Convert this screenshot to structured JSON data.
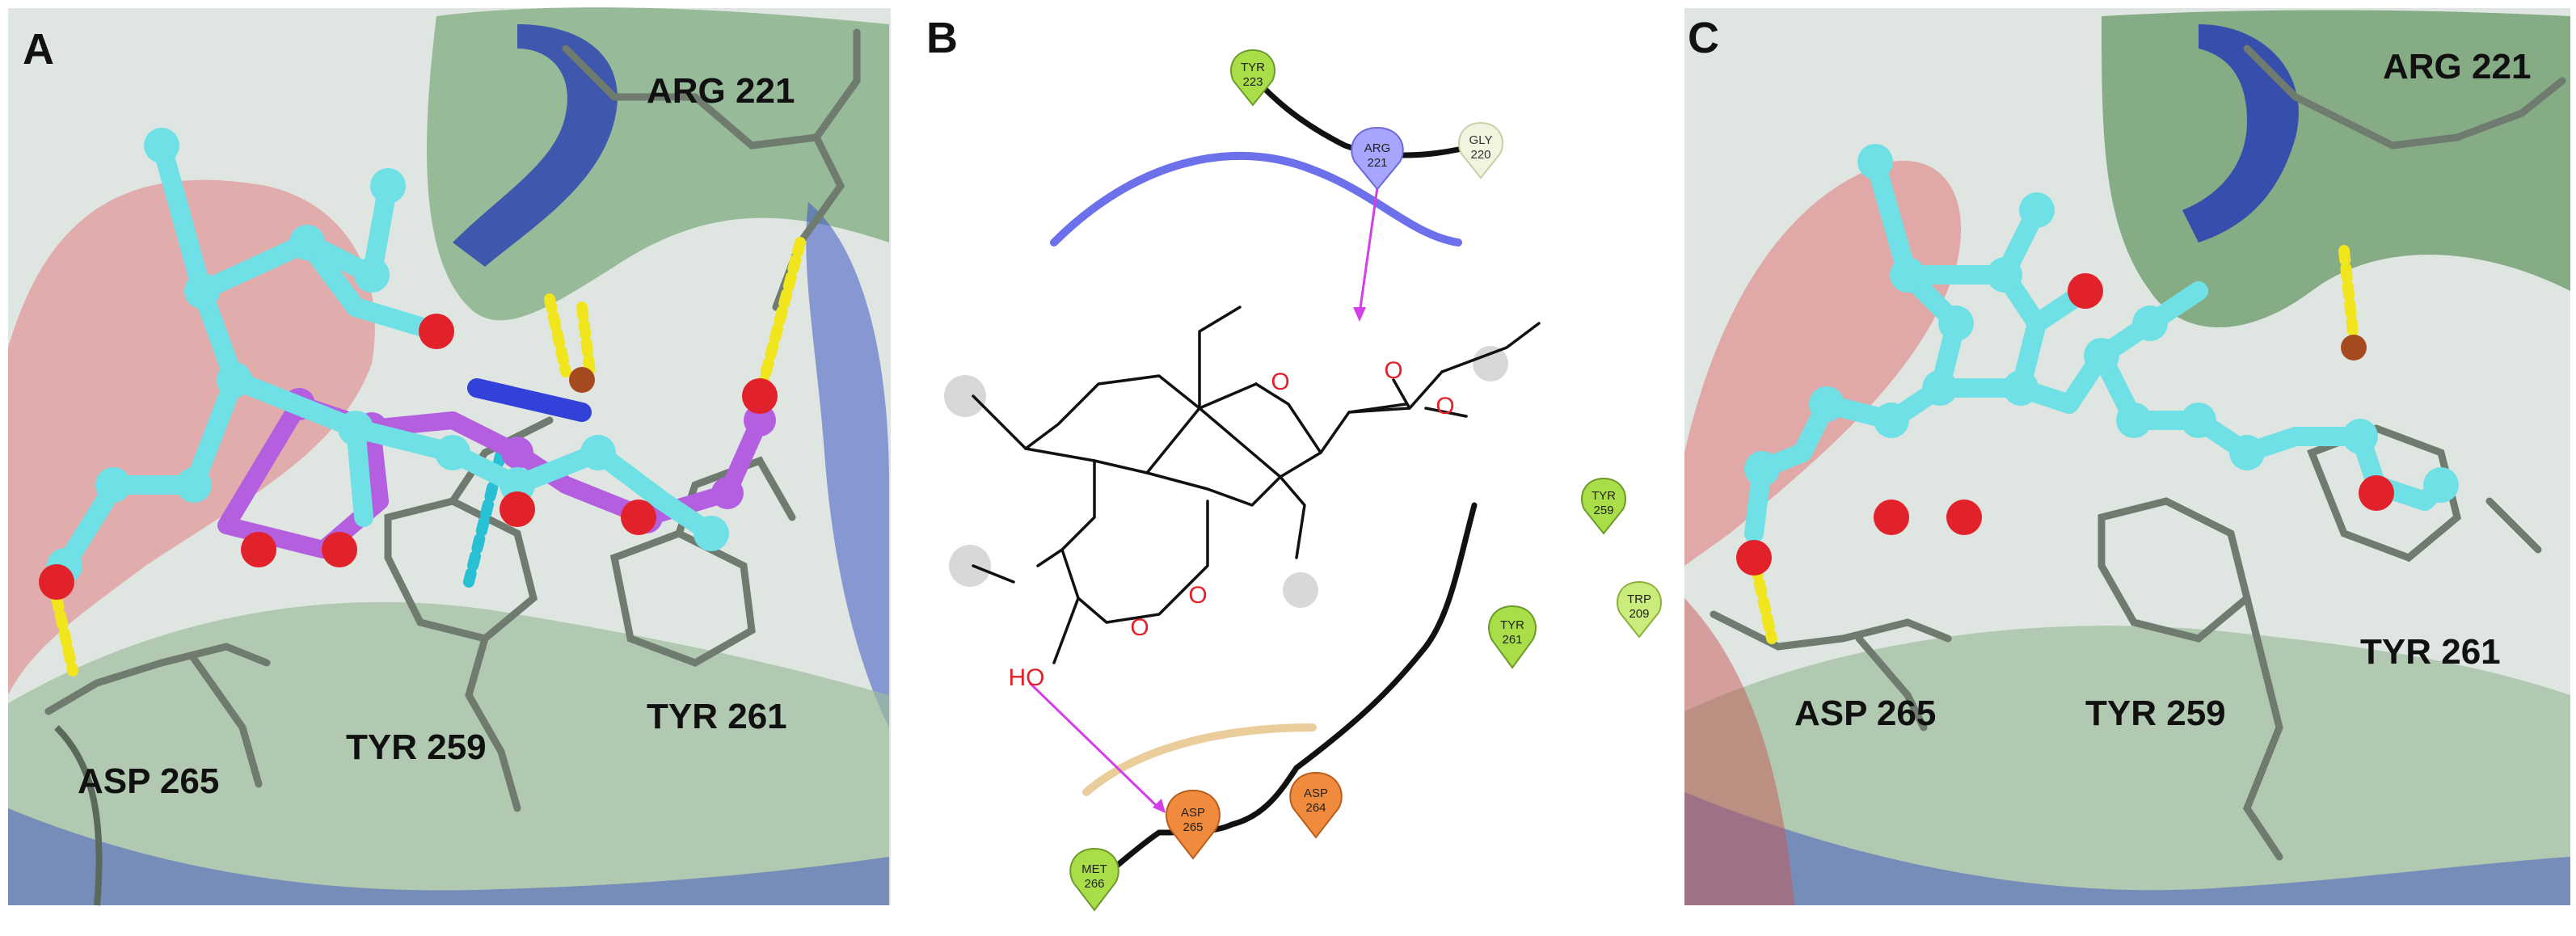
{
  "figure": {
    "panels": [
      {
        "letter": "A",
        "residues": [
          "ARG 221",
          "ASP 265",
          "TYR 259",
          "TYR 261"
        ]
      },
      {
        "letter": "B",
        "residues": {
          "tyr223": [
            "TYR",
            "223"
          ],
          "arg221": [
            "ARG",
            "221"
          ],
          "gly220": [
            "GLY",
            "220"
          ],
          "tyr259": [
            "TYR",
            "259"
          ],
          "trp209": [
            "TRP",
            "209"
          ],
          "tyr261": [
            "TYR",
            "261"
          ],
          "asp264": [
            "ASP",
            "264"
          ],
          "asp265": [
            "ASP",
            "265"
          ],
          "met266": [
            "MET",
            "266"
          ]
        },
        "atoms": {
          "o_ring": "O",
          "o_carbonyl": "O",
          "o_ester": "O",
          "o_peroxide_1": "O",
          "o_peroxide_2": "O",
          "ho": "HO"
        }
      },
      {
        "letter": "C",
        "residues": [
          "ARG 221",
          "ASP 265",
          "TYR 259",
          "TYR 261"
        ]
      }
    ],
    "colors": {
      "ligand_cyan": "#6fe0e6",
      "ligand_magenta": "#b45fe0",
      "oxygen_red": "#e2222a",
      "hbond_yellow": "#f1e51e",
      "surface_red": "#d86b6b",
      "surface_green": "#6e9e6e",
      "surface_blue": "#3a4fb8",
      "acidic_orange": "#f08a3c",
      "basic_blue": "#a6a6ff",
      "hydrophobic_green": "#a9de49",
      "interaction_magenta": "#d43ee8"
    }
  }
}
